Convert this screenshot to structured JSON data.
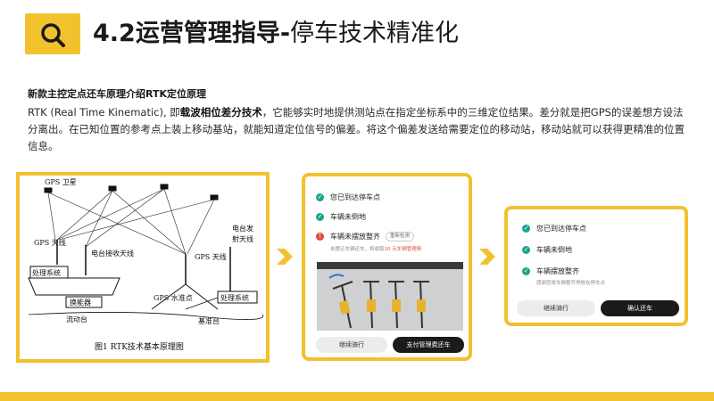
{
  "header": {
    "title_bold": "4.2运营管理指导-",
    "title_normal": "停车技术精准化",
    "accent_color": "#f2c12e",
    "icon": "search-icon"
  },
  "intro": {
    "subheading": "新款主控定点还车原理介绍RTK定位原理",
    "para_part1": "RTK (Real Time Kinematic), 即",
    "para_bold": "载波相位差分技术",
    "para_part2": "，它能够实时地提供测站点在指定坐标系中的三维定位结果。差分就是把GPS的误差想方设法分离出。在已知位置的参考点上装上移动基站，就能知道定位信号的偏差。将这个偏差发送给需要定位的移动站，移动站就可以获得更精准的位置信息。"
  },
  "diagram": {
    "label_satellite": "GPS 卫星",
    "label_gps_antenna_left": "GPS 天线",
    "label_radio_rx_antenna": "电台接收天线",
    "label_radio_tx_antenna_1": "电台发",
    "label_radio_tx_antenna_2": "射天线",
    "label_gps_antenna_right": "GPS 天线",
    "label_processing_left": "处理系统",
    "label_receiver": "换能器",
    "label_gps_benchmark": "GPS 水准点",
    "label_processing_right": "处理系统",
    "label_rover": "流动台",
    "label_base": "基准台",
    "caption": "图1  RTK技术基本原理图"
  },
  "card1": {
    "item1": "您已到达停车点",
    "item2": "车辆未倒地",
    "item3": "车辆未摆放整齐",
    "item3_tag": "重新检测",
    "hint_prefix": "未摆正车辆还车，将收取",
    "hint_red": "10 元车辆管理费",
    "btn_continue": "继续骑行",
    "btn_pay": "支付管理费还车"
  },
  "card2": {
    "item1": "您已到达停车点",
    "item2": "车辆未倒地",
    "item3": "车辆摆放整齐",
    "hint": "感谢您将车辆整齐停放在停车点",
    "btn_continue": "继续骑行",
    "btn_confirm": "确认还车"
  },
  "icons": {
    "check": "check-circle-icon",
    "warning": "warning-circle-icon",
    "arrow": "chevron-right-icon"
  }
}
